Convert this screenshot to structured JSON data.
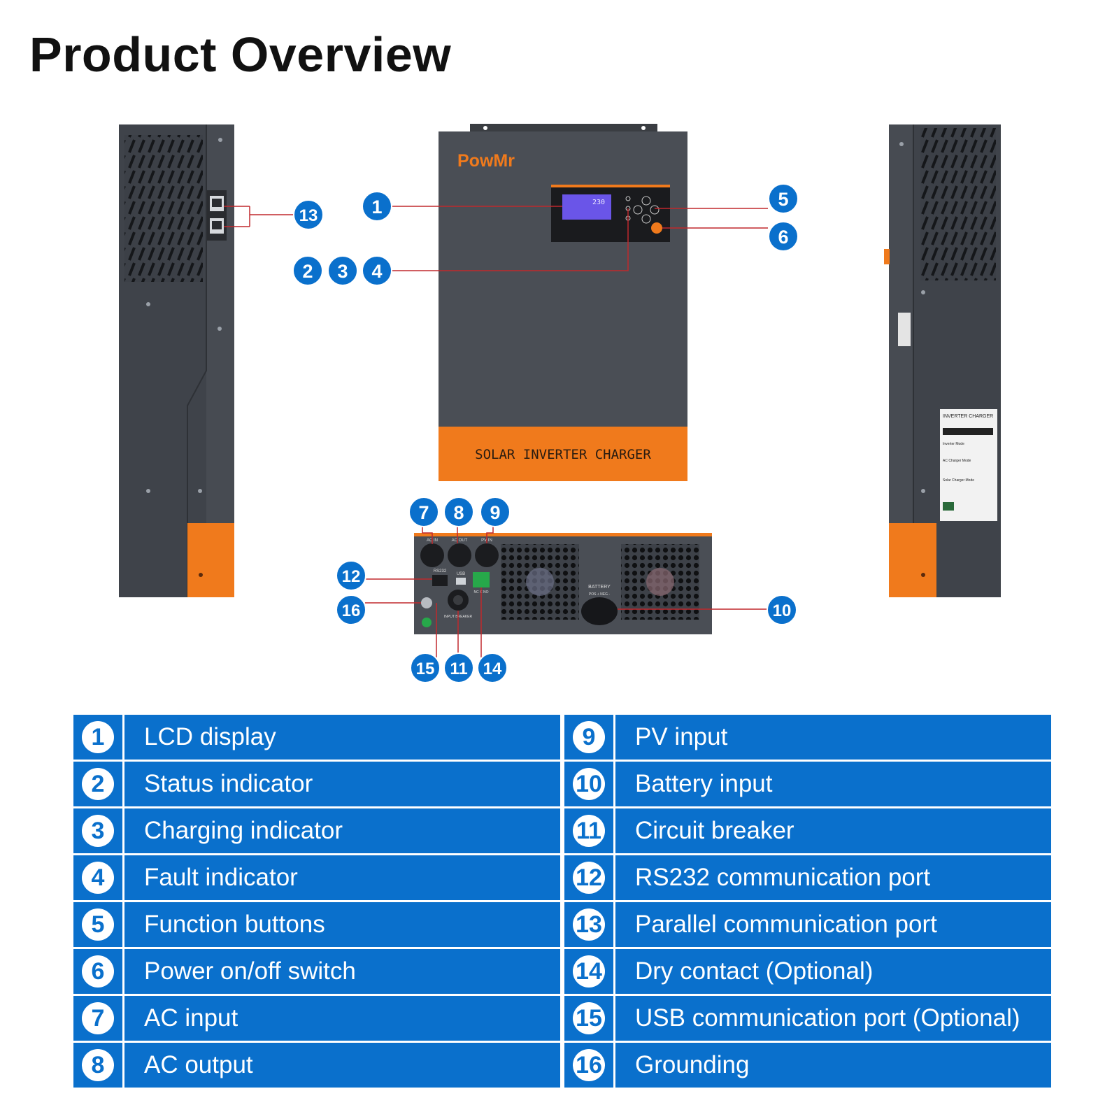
{
  "title": "Product Overview",
  "brand": "PowMr",
  "device_label": "SOLAR INVERTER CHARGER",
  "lcd_readout": "230",
  "port_labels": {
    "ac_in": "AC IN",
    "ac_out": "AC OUT",
    "pv_in": "PV IN",
    "rs232": "RS232",
    "usb": "USB",
    "dry_contact": "NC C NO",
    "input_breaker": "INPUT BREAKER",
    "battery": "BATTERY",
    "battery_pol": "POS +    NEG -"
  },
  "sticker": {
    "heading": "INVERTER CHARGER",
    "line1": "Inverter Mode",
    "line2": "AC Charger Mode",
    "line3": "Solar Charger Mode"
  },
  "colors": {
    "accent_blue": "#0a70cc",
    "device_gray": "#4a4e55",
    "device_orange": "#f07a1c",
    "callout_line": "#c0282d"
  },
  "callouts": {
    "c1": "1",
    "c2": "2",
    "c3": "3",
    "c4": "4",
    "c5": "5",
    "c6": "6",
    "c7": "7",
    "c8": "8",
    "c9": "9",
    "c10": "10",
    "c11": "11",
    "c12": "12",
    "c13": "13",
    "c14": "14",
    "c15": "15",
    "c16": "16"
  },
  "legend": [
    {
      "num": "1",
      "label": "LCD display"
    },
    {
      "num": "2",
      "label": "Status indicator"
    },
    {
      "num": "3",
      "label": "Charging indicator"
    },
    {
      "num": "4",
      "label": "Fault indicator"
    },
    {
      "num": "5",
      "label": "Function buttons"
    },
    {
      "num": "6",
      "label": "Power on/off switch"
    },
    {
      "num": "7",
      "label": "AC input"
    },
    {
      "num": "8",
      "label": "AC output"
    },
    {
      "num": "9",
      "label": "PV input"
    },
    {
      "num": "10",
      "label": "Battery input"
    },
    {
      "num": "11",
      "label": "Circuit breaker"
    },
    {
      "num": "12",
      "label": "RS232 communication port"
    },
    {
      "num": "13",
      "label": "Parallel communication port"
    },
    {
      "num": "14",
      "label": "Dry contact (Optional)"
    },
    {
      "num": "15",
      "label": "USB communication port (Optional)"
    },
    {
      "num": "16",
      "label": "Grounding"
    }
  ]
}
